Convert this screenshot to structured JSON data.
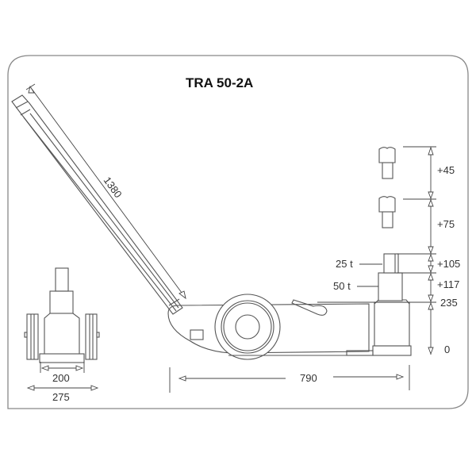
{
  "title": "TRA 50-2A",
  "dimensions": {
    "handle_length": "1380",
    "wheelbase_length": "790",
    "front_inner_width": "200",
    "front_outer_width": "275",
    "extension_1": "+45",
    "extension_2": "+75",
    "stage_25t": "+105",
    "stage_50t": "+117",
    "min_height": "235",
    "ground": "0"
  },
  "capacities": {
    "stage_1": "25 t",
    "stage_2": "50 t"
  },
  "colors": {
    "line": "#555555",
    "frame": "#777777",
    "text": "#333333"
  }
}
